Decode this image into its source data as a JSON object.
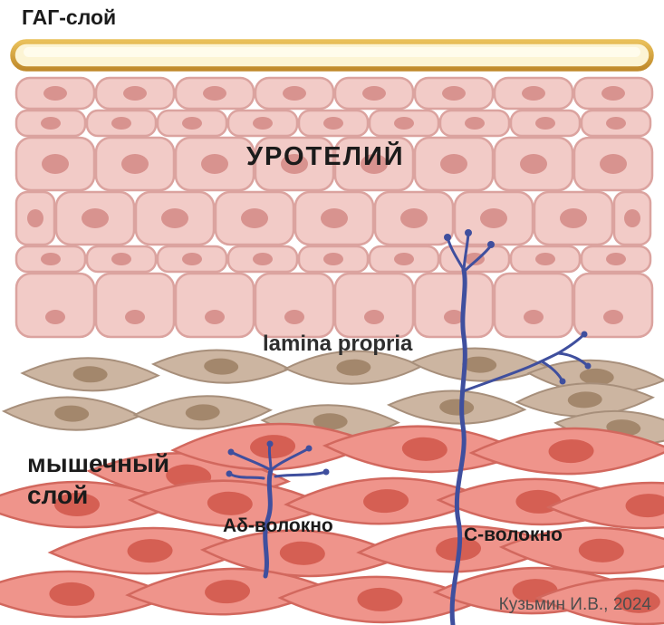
{
  "figure": {
    "labels": {
      "gag_layer": "ГАГ-слой",
      "urothelium": "УРОТЕЛИЙ",
      "lamina_propria": "lamina propria",
      "muscle_line1": "мышечный",
      "muscle_line2": "слой",
      "a_delta_fiber": "Аδ-волокно",
      "c_fiber": "С-волокно",
      "attribution": "Кузьмин И.В., 2024"
    },
    "colors": {
      "gag_fill": "#fcf4d4",
      "gag_border": "#c9932f",
      "urothelium_cell": "#f2cbc7",
      "urothelium_border": "#dba39f",
      "urothelium_nucleus": "#d8938f",
      "lamina_cell": "#ccb5a1",
      "lamina_border": "#a78f7b",
      "lamina_nucleus": "#a3876c",
      "muscle_cell": "#ef948b",
      "muscle_border": "#d2685e",
      "muscle_nucleus": "#d55f53",
      "nerve": "#3f4f9e"
    }
  }
}
